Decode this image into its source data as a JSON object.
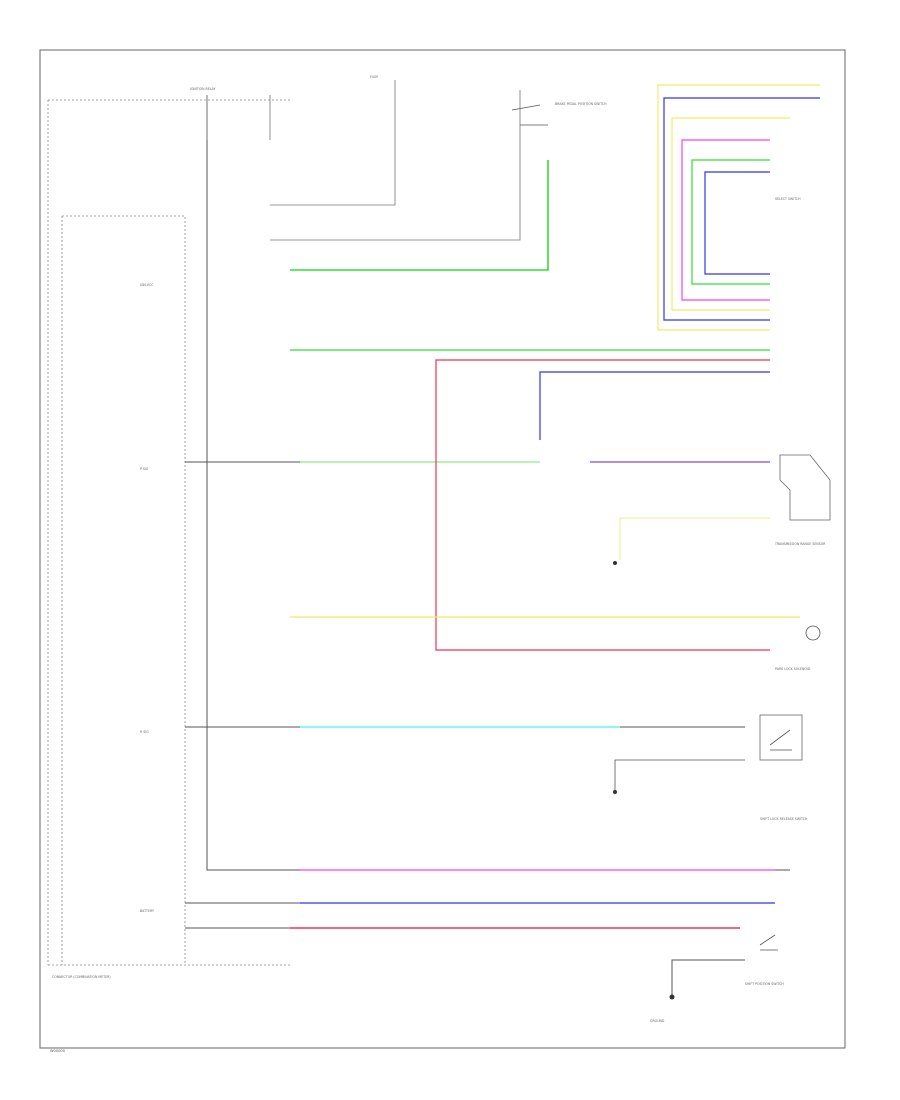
{
  "labels": {
    "footer_code": "W00000",
    "left_title": "CONNECTOR (COMBINATION METER)",
    "ecm_pins": [
      "IGN-VCC",
      "P SIG",
      "R SIG",
      "BATTERY"
    ],
    "top_relay": "IGNITION RELAY",
    "top_fuse": "FUSE",
    "top_switch": "BRAKE PEDAL POSITION SWITCH",
    "right_top": "SELECT SWITCH",
    "right_mid": "TRANSMISSION RANGE SENSOR",
    "right_lamp": "PARK LOCK SOLENOID",
    "right_lower": "SHIFT LOCK RELEASE SWITCH",
    "right_bottom": "SHIFT POSITION SWITCH",
    "ground": "GROUND"
  },
  "colors": {
    "wire_black": "#555555",
    "wire_green": "#33dd33",
    "wire_blue": "#3333ee",
    "wire_violet": "#7a4ad0",
    "wire_yellow": "#eeee66",
    "wire_magenta": "#ee44ee",
    "wire_red": "#ee3355",
    "wire_cyan": "#55eeee",
    "frame": "#555555"
  }
}
